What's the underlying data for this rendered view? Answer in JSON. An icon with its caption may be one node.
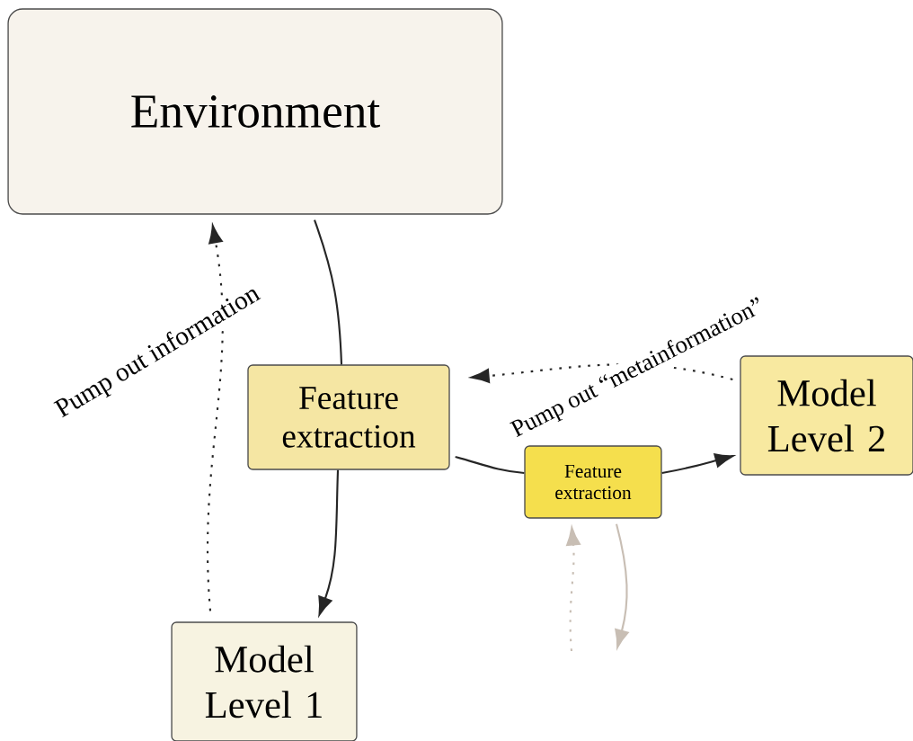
{
  "diagram": {
    "nodes": [
      {
        "text": [
          "Environment"
        ]
      },
      {
        "text": [
          "Feature extraction"
        ]
      },
      {
        "text": [
          "Model Level 1"
        ]
      },
      {
        "text": [
          "Feature extraction"
        ]
      },
      {
        "text": [
          "Model Level 2"
        ]
      }
    ],
    "edges": [
      {
        "from": 0,
        "to": 1,
        "arrow": "none"
      },
      {
        "from": 1,
        "to": 2,
        "arrow": "to"
      },
      {
        "from": 2,
        "to": 0,
        "arrow": "to",
        "style": "dashed",
        "label": "Pump out information"
      },
      {
        "from": 1,
        "to": 3,
        "arrow": "none"
      },
      {
        "from": 3,
        "to": 4,
        "arrow": "to"
      },
      {
        "from": 4,
        "to": 1,
        "arrow": "to",
        "style": "dashed",
        "label": "Pump out “metainformation”"
      },
      {
        "from": null,
        "to": 3,
        "arrow": "to",
        "style": "dashed",
        "color": "#c8beb4"
      },
      {
        "from": 3,
        "to": null,
        "arrow": "to",
        "color": "#c8beb4"
      }
    ]
  }
}
